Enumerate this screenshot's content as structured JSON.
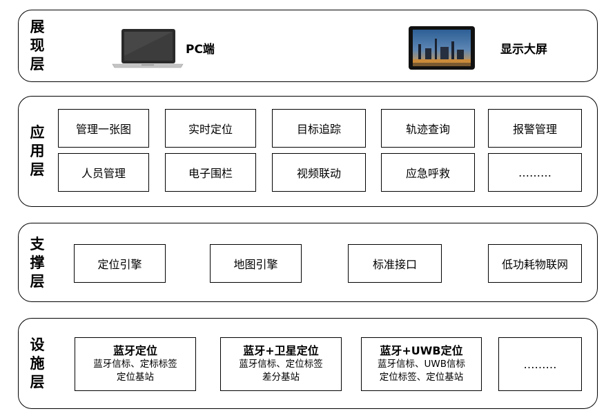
{
  "layers": {
    "presentation": {
      "label": [
        "展",
        "现",
        "层"
      ],
      "pc_label": "PC端",
      "screen_label": "显示大屏"
    },
    "application": {
      "label": [
        "应",
        "用",
        "层"
      ],
      "items": [
        "管理一张图",
        "实时定位",
        "目标追踪",
        "轨迹查询",
        "报警管理",
        "人员管理",
        "电子围栏",
        "视频联动",
        "应急呼救",
        "………"
      ]
    },
    "support": {
      "label": [
        "支",
        "撑",
        "层"
      ],
      "items": [
        "定位引擎",
        "地图引擎",
        "标准接口",
        "低功耗物联网"
      ]
    },
    "facility": {
      "label": [
        "设",
        "施",
        "层"
      ],
      "boxes": [
        {
          "title": "蓝牙定位",
          "lines": [
            "蓝牙信标、定标标签",
            "定位基站"
          ]
        },
        {
          "title": "蓝牙+卫星定位",
          "lines": [
            "蓝牙信标、定位标签",
            "差分基站"
          ]
        },
        {
          "title": "蓝牙+UWB定位",
          "lines": [
            "蓝牙信标、UWB信标",
            "定位标签、定位基站"
          ]
        }
      ],
      "more": "………"
    }
  }
}
